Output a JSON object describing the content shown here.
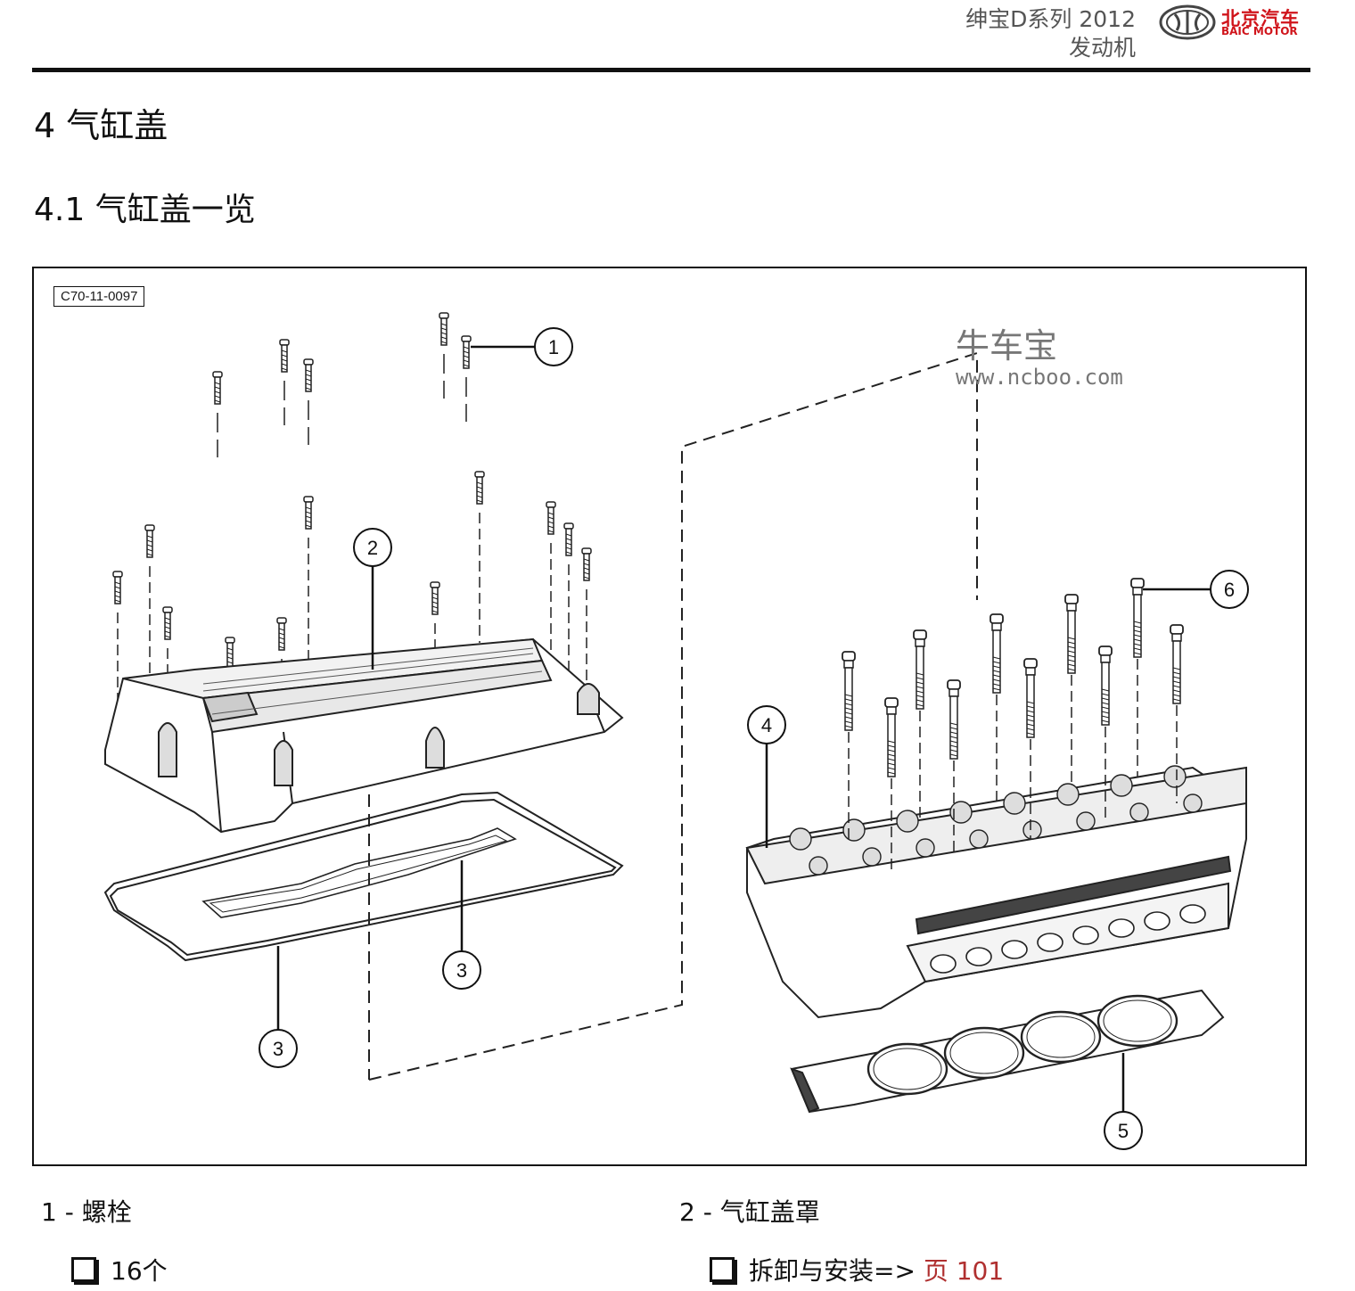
{
  "header": {
    "series": "绅宝D系列 2012",
    "section": "发动机",
    "logo": {
      "cn": "北京汽车",
      "en": "BAIC MOTOR",
      "color": "#d0141b"
    }
  },
  "headings": {
    "h1": "4 气缸盖",
    "h2": "4.1 气缸盖一览"
  },
  "figure": {
    "code": "C70-11-0097",
    "watermark": {
      "cn": "牛车宝",
      "url": "www.ncboo.com"
    },
    "callouts": [
      "1",
      "2",
      "3",
      "3",
      "4",
      "5",
      "6"
    ]
  },
  "legend": [
    {
      "label": "1 - 螺栓",
      "detail": "16个"
    },
    {
      "label": "2 - 气缸盖罩",
      "detail_prefix": "拆卸与安装=> ",
      "detail_link": "页 101"
    }
  ]
}
